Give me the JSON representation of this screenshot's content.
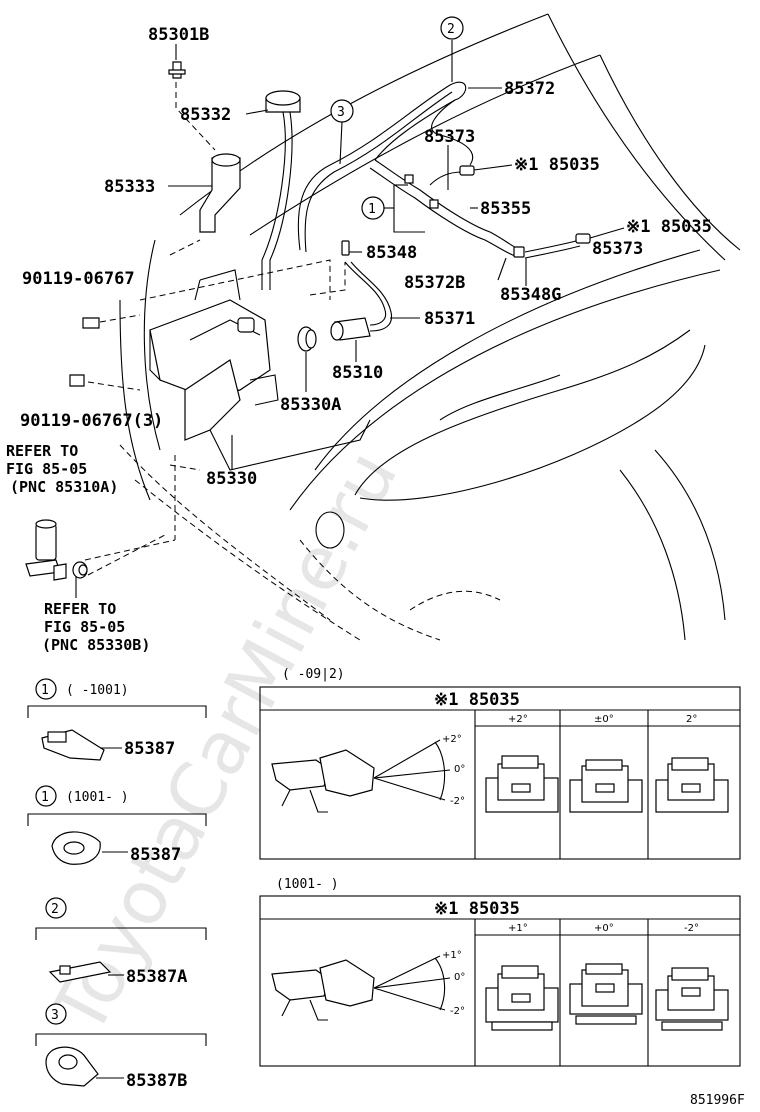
{
  "watermark": "ToyotaCarMine.ru",
  "diagram_id": "851996F",
  "callouts": {
    "p85301B": "85301B",
    "p85332": "85332",
    "p85333": "85333",
    "p90119a": "90119-06767",
    "p90119b": "90119-06767(3)",
    "p85372": "85372",
    "p85373a": "85373",
    "p85035a": "※1 85035",
    "p85355": "85355",
    "p85035b": "※1 85035",
    "p85373b": "85373",
    "p85348": "85348",
    "p85372B": "85372B",
    "p85348G": "85348G",
    "p85371": "85371",
    "p85310": "85310",
    "p85330A": "85330A",
    "p85330": "85330"
  },
  "circles": {
    "c1": "1",
    "c2": "2",
    "c3": "3"
  },
  "refers": {
    "r1": [
      "REFER TO",
      "FIG 85-05",
      "(PNC 85310A)"
    ],
    "r2": [
      "REFER TO",
      "FIG 85-05",
      "(PNC 85330B)"
    ]
  },
  "clips": [
    {
      "num": "1",
      "range": "(      -1001)",
      "part": "85387"
    },
    {
      "num": "1",
      "range": "(1001-      )",
      "part": "85387"
    },
    {
      "num": "2",
      "range": "",
      "part": "85387A"
    },
    {
      "num": "3",
      "range": "",
      "part": "85387B"
    }
  ],
  "tables": [
    {
      "range": "(      -09|2)",
      "header": "※1 85035",
      "cols": [
        "+2°",
        "±0°",
        "2°"
      ],
      "angles": [
        "+2°",
        "0°",
        "-2°"
      ]
    },
    {
      "range": "(1001-      )",
      "header": "※1 85035",
      "cols": [
        "+1°",
        "+0°",
        "-2°"
      ],
      "angles": [
        "+1°",
        "0°",
        "-2°"
      ]
    }
  ]
}
